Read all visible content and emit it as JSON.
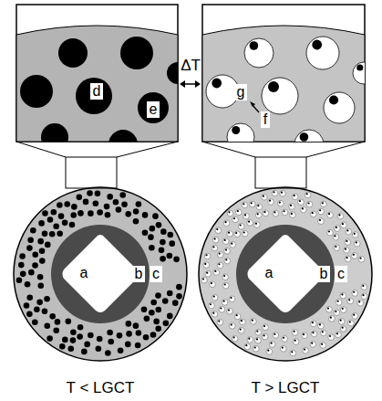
{
  "diagram": {
    "labels": [
      "d",
      "e",
      "ΔT",
      "g",
      "f",
      "a",
      "b",
      "c",
      "a",
      "b",
      "c",
      "T < LGCT",
      "T > LGCT"
    ]
  }
}
